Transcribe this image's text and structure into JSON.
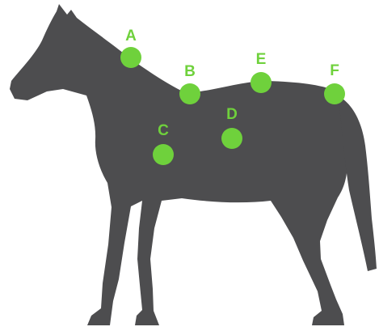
{
  "colors": {
    "background": "#ffffff",
    "horse": "#4d4d4f",
    "marker": "#6fd13c",
    "label": "#6fd13c"
  },
  "diagram": {
    "subject": "horse-silhouette",
    "points": [
      {
        "id": "a",
        "label": "A"
      },
      {
        "id": "b",
        "label": "B"
      },
      {
        "id": "c",
        "label": "C"
      },
      {
        "id": "d",
        "label": "D"
      },
      {
        "id": "e",
        "label": "E"
      },
      {
        "id": "f",
        "label": "F"
      }
    ]
  }
}
